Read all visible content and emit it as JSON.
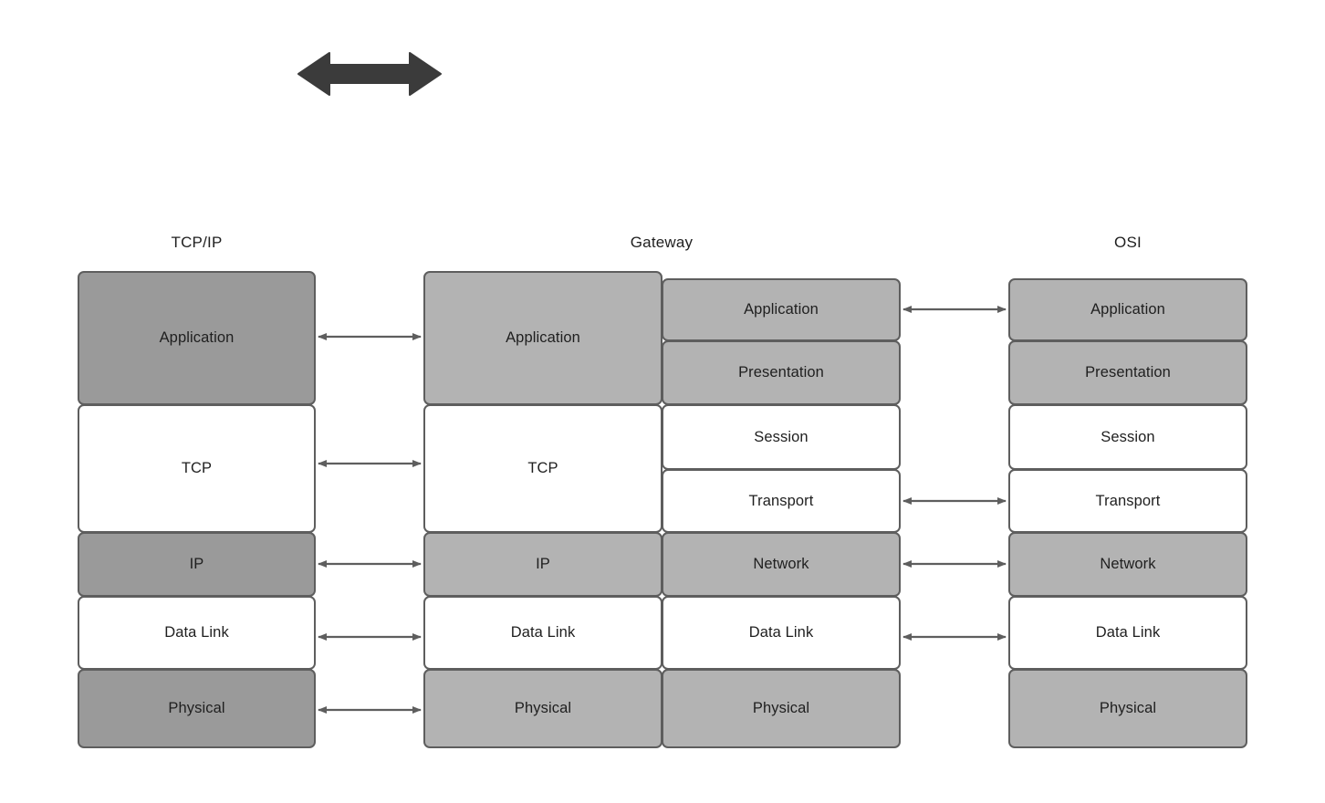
{
  "diagram": {
    "title_tcpip": "TCP/IP",
    "title_gateway": "Gateway",
    "title_osi": "OSI",
    "colors": {
      "fill_dark_gray": "#9a9a9a",
      "fill_mid_gray": "#b3b3b3",
      "fill_white": "#ffffff",
      "stroke": "#5e5e5e",
      "arrow": "#5e5e5e",
      "big_arrow": "#3b3b3b",
      "text": "#1f1f1f",
      "background": "#ffffff"
    },
    "legend_arrow": {
      "name": "double-headed-arrow",
      "direction": "bidirectional"
    },
    "columns": [
      {
        "name": "tcpip",
        "title": "TCP/IP",
        "layers": [
          {
            "label": "Application",
            "fill": "dark"
          },
          {
            "label": "TCP",
            "fill": "white"
          },
          {
            "label": "IP",
            "fill": "dark"
          },
          {
            "label": "Data Link",
            "fill": "white"
          },
          {
            "label": "Physical",
            "fill": "dark"
          }
        ]
      },
      {
        "name": "gateway",
        "title": "Gateway",
        "left_stack": [
          {
            "label": "Application",
            "fill": "mid"
          },
          {
            "label": "TCP",
            "fill": "white"
          },
          {
            "label": "IP",
            "fill": "mid"
          },
          {
            "label": "Data Link",
            "fill": "white"
          },
          {
            "label": "Physical",
            "fill": "mid"
          }
        ],
        "right_stack": [
          {
            "label": "Application",
            "fill": "mid"
          },
          {
            "label": "Presentation",
            "fill": "mid"
          },
          {
            "label": "Session",
            "fill": "white"
          },
          {
            "label": "Transport",
            "fill": "white"
          },
          {
            "label": "Network",
            "fill": "mid"
          },
          {
            "label": "Data Link",
            "fill": "white"
          },
          {
            "label": "Physical",
            "fill": "mid"
          }
        ]
      },
      {
        "name": "osi",
        "title": "OSI",
        "layers": [
          {
            "label": "Application",
            "fill": "mid"
          },
          {
            "label": "Presentation",
            "fill": "mid"
          },
          {
            "label": "Session",
            "fill": "white"
          },
          {
            "label": "Transport",
            "fill": "white"
          },
          {
            "label": "Network",
            "fill": "mid"
          },
          {
            "label": "Data Link",
            "fill": "white"
          },
          {
            "label": "Physical",
            "fill": "mid"
          }
        ]
      }
    ],
    "connectors_left": [
      {
        "from": "Application",
        "to": "Application",
        "bidirectional": true
      },
      {
        "from": "TCP",
        "to": "TCP",
        "bidirectional": true
      },
      {
        "from": "IP",
        "to": "IP",
        "bidirectional": true
      },
      {
        "from": "Data Link",
        "to": "Data Link",
        "bidirectional": true
      },
      {
        "from": "Physical",
        "to": "Physical",
        "bidirectional": true
      }
    ],
    "connectors_right": [
      {
        "from": "Application",
        "to": "Application",
        "bidirectional": true
      },
      {
        "from": "Transport",
        "to": "Transport",
        "bidirectional": true
      },
      {
        "from": "Network",
        "to": "Network",
        "bidirectional": true
      },
      {
        "from": "Data Link",
        "to": "Data Link",
        "bidirectional": true
      }
    ]
  }
}
